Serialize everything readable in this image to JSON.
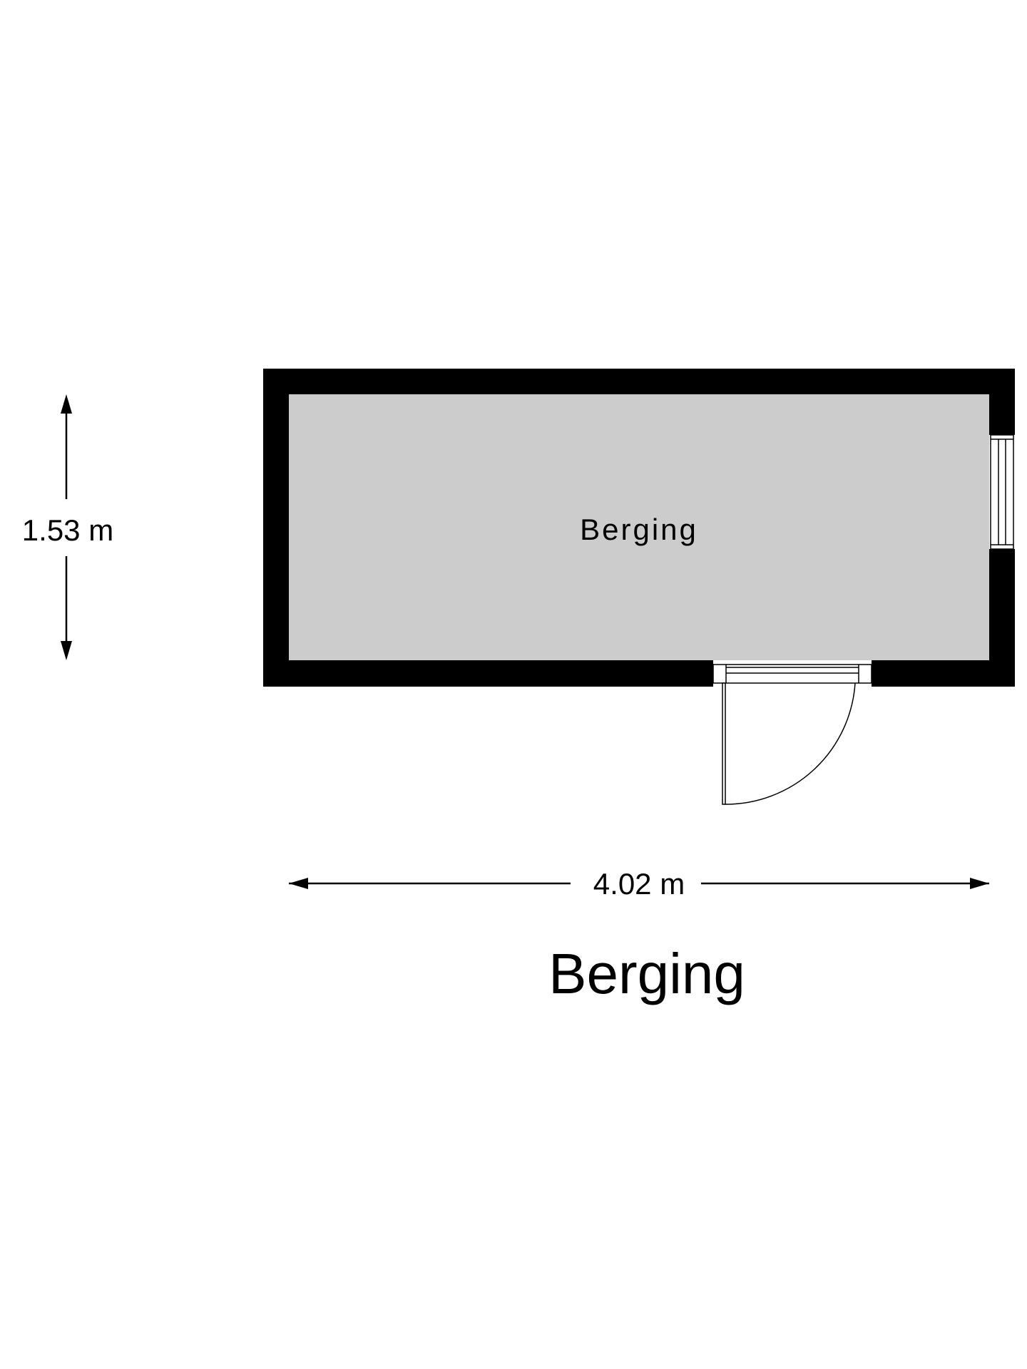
{
  "room": {
    "label": "Berging"
  },
  "dimensions": {
    "height_label": "1.53 m",
    "width_label": "4.02 m"
  },
  "plan": {
    "title": "Berging"
  },
  "colors": {
    "wall": "#000000",
    "floor": "#cccccc",
    "background": "#ffffff"
  }
}
